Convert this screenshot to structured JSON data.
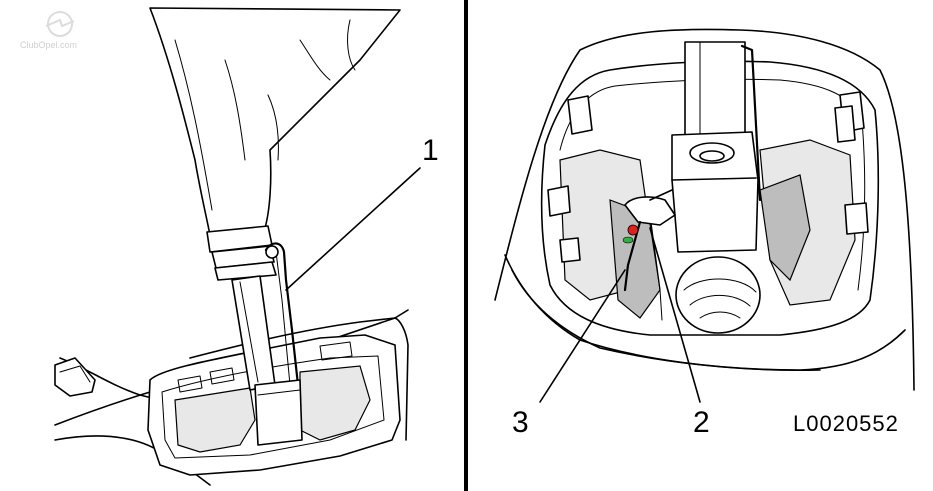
{
  "watermark": "ClubOpel.com",
  "callouts": {
    "left_1": "1",
    "right_2": "2",
    "right_3": "3"
  },
  "figure_code": "L0020552",
  "colors": {
    "divider": "#000000",
    "marker_red": "#e0201c",
    "marker_green": "#2fb33a"
  }
}
